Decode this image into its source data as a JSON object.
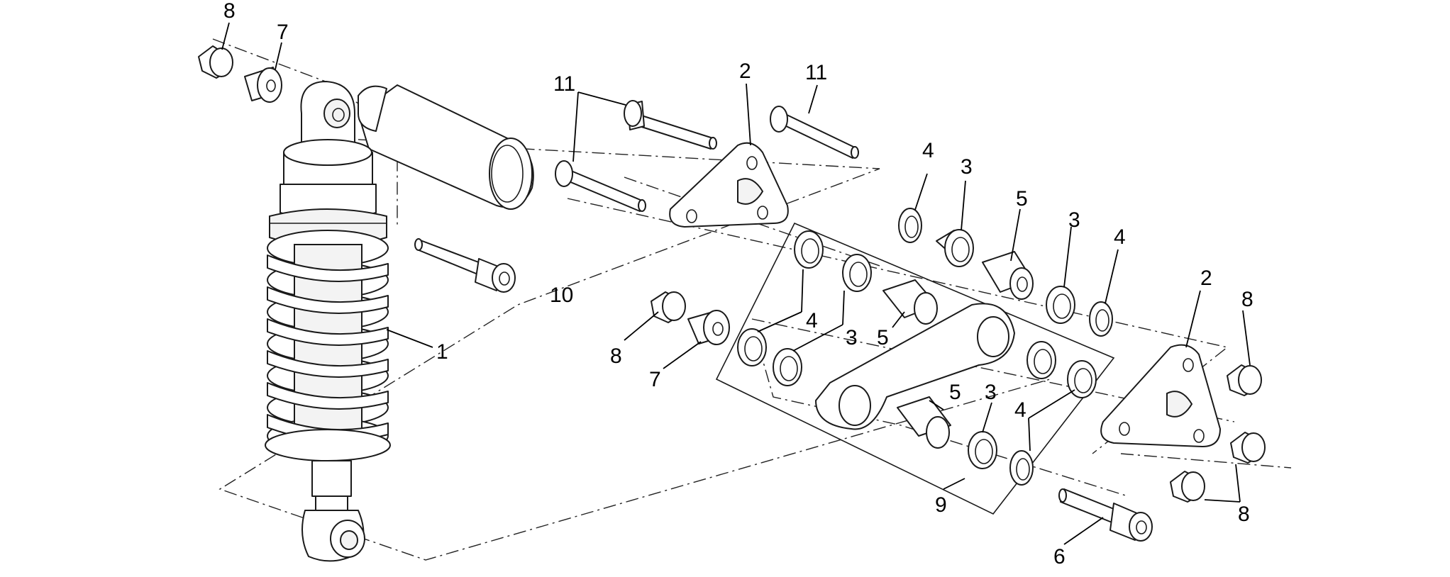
{
  "labels": {
    "l1": "1",
    "l2a": "2",
    "l2b": "2",
    "l3a": "3",
    "l3b": "3",
    "l3c": "3",
    "l3d": "3",
    "l4a": "4",
    "l4b": "4",
    "l4c": "4",
    "l4d": "4",
    "l5a": "5",
    "l5b": "5",
    "l5c": "5",
    "l6": "6",
    "l7a": "7",
    "l7b": "7",
    "l8a": "8",
    "l8b": "8",
    "l8c": "8",
    "l9": "9",
    "l10": "10",
    "l11a": "11",
    "l11b": "11"
  }
}
